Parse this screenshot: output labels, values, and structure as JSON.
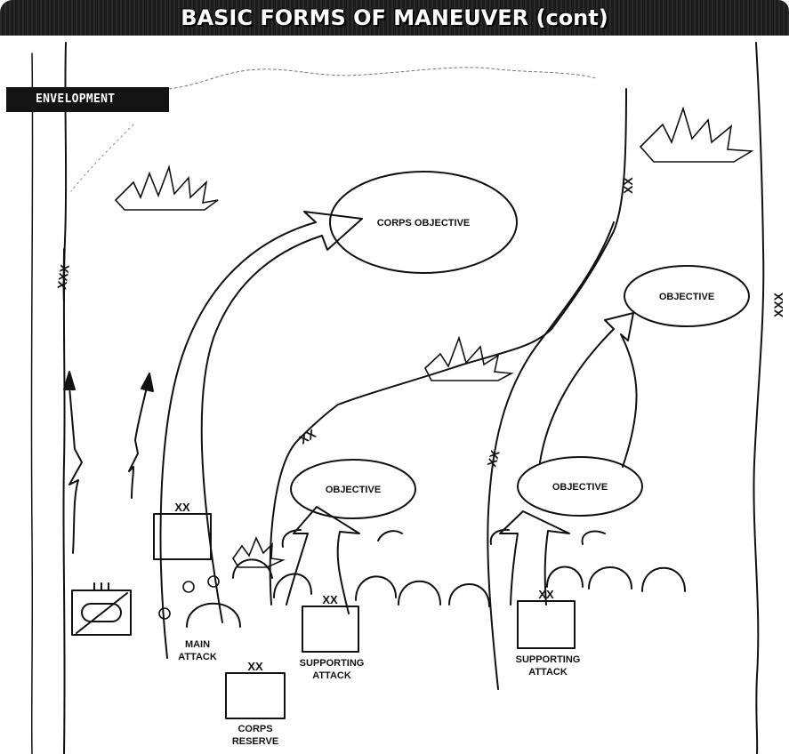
{
  "title": "BASIC FORMS OF MANEUVER (cont)",
  "section": "ENVELOPMENT",
  "boundaries": {
    "corps": "XXX",
    "division": "XX"
  },
  "objectives": {
    "corps": "CORPS OBJECTIVE",
    "left": "OBJECTIVE",
    "center": "OBJECTIVE",
    "right": "OBJECTIVE"
  },
  "units": {
    "echelon": "XX",
    "main_attack": [
      "MAIN",
      "ATTACK"
    ],
    "corps_reserve": [
      "CORPS",
      "RESERVE"
    ],
    "supporting_attack_left": [
      "SUPPORTING",
      "ATTACK"
    ],
    "supporting_attack_right": [
      "SUPPORTING",
      "ATTACK"
    ]
  },
  "colors": {
    "ink": "#111111",
    "paper": "#ffffff",
    "banner": "#1c1c1c"
  }
}
